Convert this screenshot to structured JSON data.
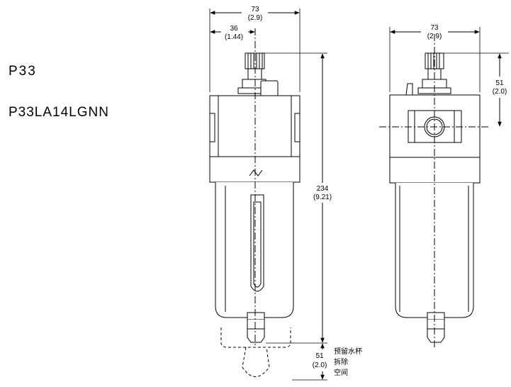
{
  "model": {
    "series": "P33",
    "part_number": "P33LA14LGNN"
  },
  "front_view": {
    "overall_width": {
      "mm": "73",
      "in": "(2.9)"
    },
    "half_width": {
      "mm": "36",
      "in": "(1.44)"
    },
    "overall_height": {
      "mm": "234",
      "in": "(9.21)"
    },
    "bowl_clearance": {
      "mm": "51",
      "in": "(2.0)"
    },
    "clearance_note": [
      "预留水杯",
      "拆除",
      "空间"
    ]
  },
  "side_view": {
    "overall_width": {
      "mm": "73",
      "in": "(2.9)"
    },
    "port_height": {
      "mm": "51",
      "in": "(2.0)"
    }
  }
}
